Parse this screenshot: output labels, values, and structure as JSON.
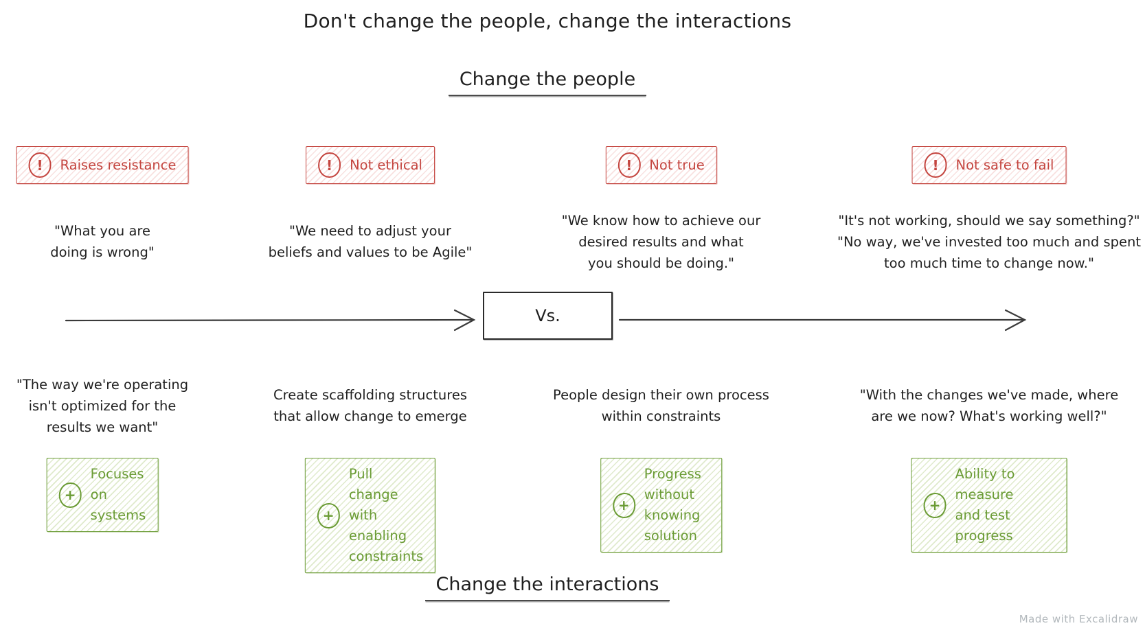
{
  "title": "Don't change the people, change the interactions",
  "sections": {
    "top": "Change the people",
    "bottom": "Change the interactions"
  },
  "vs_box": {
    "label": "Vs."
  },
  "watermark": "Made with Excalidraw",
  "colors": {
    "ink": "#1f1f1f",
    "arrow": "#3a3a3a",
    "red": "#c4453f",
    "red_hatch": "rgba(224,112,108,0.22)",
    "green": "#6a9b34",
    "green_hatch": "rgba(140,180,70,0.28)",
    "watermark_gray": "#b2b8bc"
  },
  "columns": [
    {
      "warning_icon": "exclamation-circle-icon",
      "warning_glyph": "!",
      "warning_label": "Raises resistance",
      "top_quote": "\"What you are\ndoing is wrong\"",
      "bottom_text": "\"The way we're operating\nisn't optimized for the\nresults we want\"",
      "benefit_icon": "plus-circle-icon",
      "benefit_glyph": "+",
      "benefit_label": "Focuses on systems"
    },
    {
      "warning_icon": "exclamation-circle-icon",
      "warning_glyph": "!",
      "warning_label": "Not ethical",
      "top_quote": "\"We need to adjust your\nbeliefs and values to be Agile\"",
      "bottom_text": "Create scaffolding structures\nthat allow change to emerge",
      "benefit_icon": "plus-circle-icon",
      "benefit_glyph": "+",
      "benefit_label": "Pull change with\nenabling constraints"
    },
    {
      "warning_icon": "exclamation-circle-icon",
      "warning_glyph": "!",
      "warning_label": "Not true",
      "top_quote": "\"We know how to achieve our\ndesired results and what\nyou should be doing.\"",
      "bottom_text": "People design their own process\nwithin constraints",
      "benefit_icon": "plus-circle-icon",
      "benefit_glyph": "+",
      "benefit_label": "Progress without\nknowing solution"
    },
    {
      "warning_icon": "exclamation-circle-icon",
      "warning_glyph": "!",
      "warning_label": "Not safe to fail",
      "top_quote": "\"It's not working, should we say something?\"\n\"No way, we've invested too much and spent\ntoo much time to change now.\"",
      "bottom_text": "\"With the changes we've made, where\nare we now? What's working well?\"",
      "benefit_icon": "plus-circle-icon",
      "benefit_glyph": "+",
      "benefit_label": "Ability to measure\nand test progress"
    }
  ]
}
